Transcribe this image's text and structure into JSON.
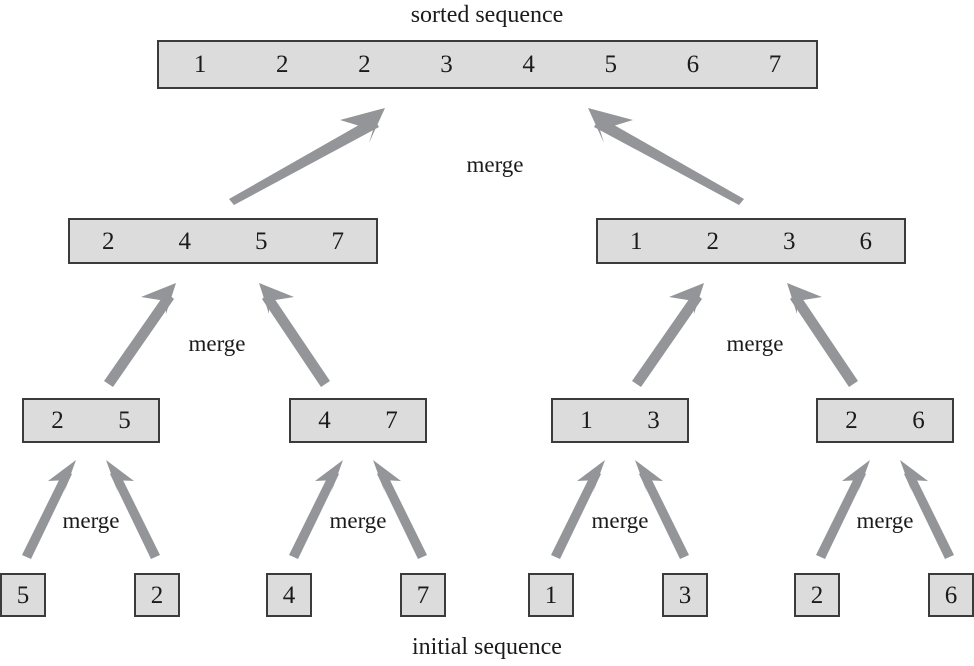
{
  "figure": {
    "title_top": "sorted sequence",
    "title_bottom": "initial sequence",
    "merge_label": "merge",
    "colors": {
      "box_fill": "#dcdcdc",
      "box_border": "#3b3b3b",
      "arrow": "#949598",
      "text": "#1b1b1b",
      "background": "#ffffff"
    }
  },
  "levels": {
    "level0_sorted": {
      "name": "sorted-sequence",
      "values": [
        "1",
        "2",
        "2",
        "3",
        "4",
        "5",
        "6",
        "7"
      ]
    },
    "level1_halves": [
      {
        "name": "left-half",
        "values": [
          "2",
          "4",
          "5",
          "7"
        ]
      },
      {
        "name": "right-half",
        "values": [
          "1",
          "2",
          "3",
          "6"
        ]
      }
    ],
    "level2_quarters": [
      {
        "name": "quarter-1",
        "values": [
          "2",
          "5"
        ]
      },
      {
        "name": "quarter-2",
        "values": [
          "4",
          "7"
        ]
      },
      {
        "name": "quarter-3",
        "values": [
          "1",
          "3"
        ]
      },
      {
        "name": "quarter-4",
        "values": [
          "2",
          "6"
        ]
      }
    ],
    "level3_leaves": [
      {
        "name": "leaf-1",
        "value": "5"
      },
      {
        "name": "leaf-2",
        "value": "2"
      },
      {
        "name": "leaf-3",
        "value": "4"
      },
      {
        "name": "leaf-4",
        "value": "7"
      },
      {
        "name": "leaf-5",
        "value": "1"
      },
      {
        "name": "leaf-6",
        "value": "3"
      },
      {
        "name": "leaf-7",
        "value": "2"
      },
      {
        "name": "leaf-8",
        "value": "6"
      }
    ]
  },
  "merge_labels": {
    "top": "merge",
    "mid_left": "merge",
    "mid_right": "merge",
    "leaf_1": "merge",
    "leaf_2": "merge",
    "leaf_3": "merge",
    "leaf_4": "merge"
  }
}
